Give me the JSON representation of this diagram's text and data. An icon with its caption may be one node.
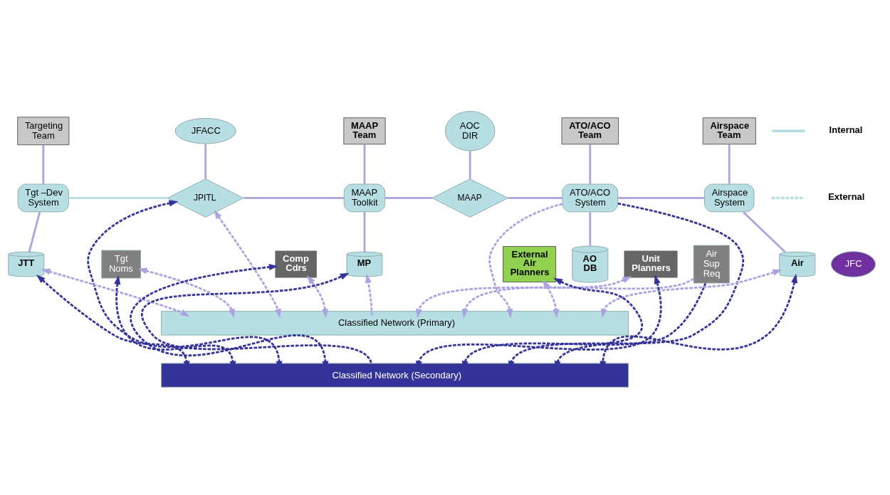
{
  "diagram": {
    "nodes": [
      {
        "text": [
          "Targeting Team"
        ]
      },
      {
        "text": [
          "JFACC"
        ]
      },
      {
        "text": [
          "MAAP Team"
        ]
      },
      {
        "text": [
          "AOC DIR"
        ]
      },
      {
        "text": [
          "ATO/ACO Team"
        ]
      },
      {
        "text": [
          "Airspace Team"
        ]
      },
      {
        "text": [
          "Tgt –Dev System"
        ]
      },
      {
        "text": [
          "JPITL"
        ]
      },
      {
        "text": [
          "MAAP Toolkit"
        ]
      },
      {
        "text": [
          "MAAP"
        ]
      },
      {
        "text": [
          "ATO/ACO System"
        ]
      },
      {
        "text": [
          "Airspace System"
        ]
      },
      {
        "text": [
          "JTT"
        ]
      },
      {
        "text": [
          "MP"
        ]
      },
      {
        "text": [
          "Air Sup Req"
        ]
      },
      {
        "text": [
          "AO DB"
        ]
      },
      {
        "text": [
          "Air"
        ]
      },
      {
        "text": [
          "JFC"
        ]
      },
      {
        "text": [
          "Tgt Noms"
        ]
      },
      {
        "text": [
          "Comp Cdrs"
        ]
      },
      {
        "text": [
          "Unit Planners"
        ]
      },
      {
        "text": [
          "External Air Planners"
        ]
      },
      {
        "text": [
          "Classified Network (Primary)"
        ]
      },
      {
        "text": [
          "Classified Network (Secondary)"
        ]
      }
    ],
    "edges": [
      {
        "from": 0,
        "to": 6,
        "arrow": "none"
      },
      {
        "from": 1,
        "to": 7,
        "arrow": "none"
      },
      {
        "from": 2,
        "to": 8,
        "arrow": "none"
      },
      {
        "from": 3,
        "to": 9,
        "arrow": "none"
      },
      {
        "from": 4,
        "to": 10,
        "arrow": "none"
      },
      {
        "from": 5,
        "to": 11,
        "arrow": "none"
      },
      {
        "from": 6,
        "to": 7,
        "arrow": "none",
        "color": "#b4dde0"
      },
      {
        "from": 7,
        "to": 8,
        "arrow": "none"
      },
      {
        "from": 8,
        "to": 9,
        "arrow": "none"
      },
      {
        "from": 9,
        "to": 10,
        "arrow": "none"
      },
      {
        "from": 10,
        "to": 11,
        "arrow": "none"
      },
      {
        "from": 6,
        "to": 12,
        "arrow": "none"
      },
      {
        "from": 8,
        "to": 13,
        "arrow": "none"
      },
      {
        "from": 10,
        "to": 15,
        "arrow": "none"
      },
      {
        "from": 11,
        "to": 16,
        "arrow": "none"
      },
      {
        "from": 12,
        "to": 23,
        "arrow": "both",
        "style": "dashed",
        "color": "#333399"
      },
      {
        "from": 12,
        "to": 22,
        "arrow": "both",
        "style": "dashed"
      },
      {
        "from": 18,
        "to": 23,
        "arrow": "both",
        "style": "dashed",
        "color": "#333399"
      },
      {
        "from": 18,
        "to": 22,
        "arrow": "both",
        "style": "dashed"
      },
      {
        "from": 7,
        "to": 23,
        "arrow": "both",
        "style": "dashed",
        "color": "#333399"
      },
      {
        "from": 7,
        "to": 22,
        "arrow": "both",
        "style": "dashed"
      },
      {
        "from": 19,
        "to": 23,
        "arrow": "both",
        "style": "dashed",
        "color": "#333399"
      },
      {
        "from": 19,
        "to": 22,
        "arrow": "both",
        "style": "dashed"
      },
      {
        "from": 23,
        "to": 13,
        "arrow": "to",
        "style": "dashed",
        "color": "#333399"
      },
      {
        "from": 22,
        "to": 13,
        "arrow": "to",
        "style": "dashed"
      },
      {
        "from": 20,
        "to": 22,
        "arrow": "both",
        "style": "dashed"
      },
      {
        "from": 20,
        "to": 23,
        "arrow": "both",
        "style": "dashed",
        "color": "#333399"
      },
      {
        "from": 14,
        "to": 23,
        "arrow": "to",
        "style": "dashed",
        "color": "#333399"
      },
      {
        "from": 14,
        "to": 22,
        "arrow": "to",
        "style": "dashed"
      },
      {
        "from": 10,
        "to": 22,
        "arrow": "to",
        "style": "dashed"
      },
      {
        "from": 10,
        "to": 23,
        "arrow": "to",
        "style": "dashed",
        "color": "#333399"
      },
      {
        "from": 21,
        "to": 23,
        "arrow": "both",
        "style": "dashed",
        "color": "#333399"
      },
      {
        "from": 21,
        "to": 22,
        "arrow": "both",
        "style": "dashed"
      },
      {
        "from": 16,
        "to": 22,
        "arrow": "both",
        "style": "dashed"
      },
      {
        "from": 16,
        "to": 23,
        "arrow": "both",
        "style": "dashed",
        "color": "#333399"
      }
    ],
    "legend": [
      {
        "text": "Internal"
      },
      {
        "text": "External"
      }
    ]
  }
}
